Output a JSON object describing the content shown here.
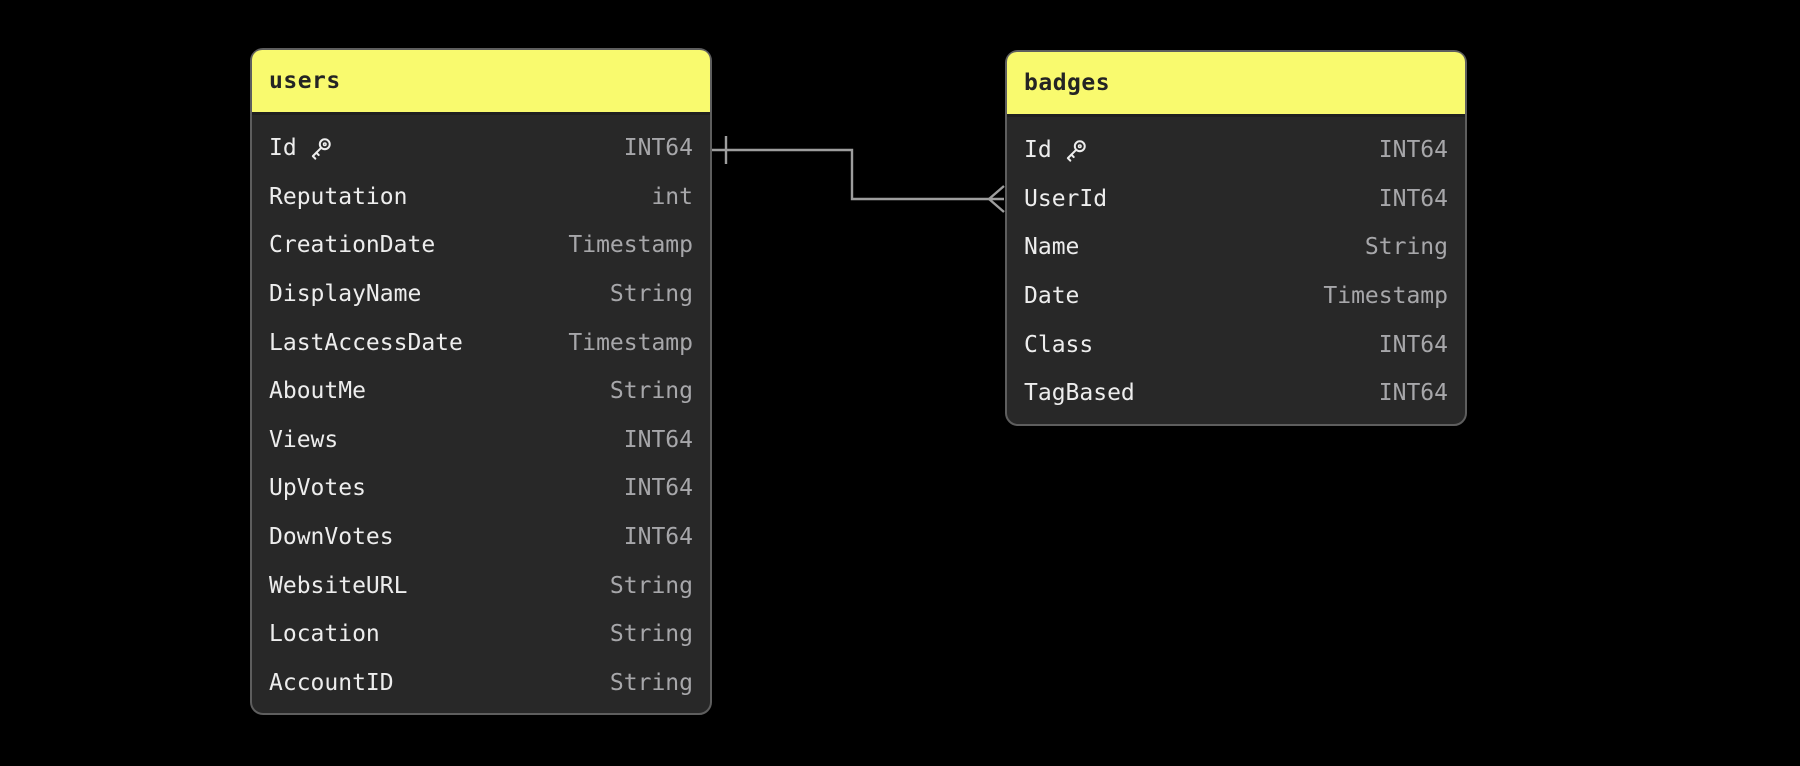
{
  "diagram": {
    "kind": "entity-relationship",
    "colors": {
      "canvas_bg": "#000000",
      "header_bg": "#f9fa6e",
      "header_text": "#242424",
      "card_bg": "#282828",
      "card_border": "#5e5e5e",
      "field_name": "#ededed",
      "field_type": "#a7a7aa",
      "edge_line": "#9d9d9d"
    },
    "icons": {
      "primary_key": "key-icon"
    }
  },
  "tables": [
    {
      "title": "users",
      "columns": [
        {
          "name": "Id",
          "type": "INT64",
          "primary_key": true
        },
        {
          "name": "Reputation",
          "type": "int",
          "primary_key": false
        },
        {
          "name": "CreationDate",
          "type": "Timestamp",
          "primary_key": false
        },
        {
          "name": "DisplayName",
          "type": "String",
          "primary_key": false
        },
        {
          "name": "LastAccessDate",
          "type": "Timestamp",
          "primary_key": false
        },
        {
          "name": "AboutMe",
          "type": "String",
          "primary_key": false
        },
        {
          "name": "Views",
          "type": "INT64",
          "primary_key": false
        },
        {
          "name": "UpVotes",
          "type": "INT64",
          "primary_key": false
        },
        {
          "name": "DownVotes",
          "type": "INT64",
          "primary_key": false
        },
        {
          "name": "WebsiteURL",
          "type": "String",
          "primary_key": false
        },
        {
          "name": "Location",
          "type": "String",
          "primary_key": false
        },
        {
          "name": "AccountID",
          "type": "String",
          "primary_key": false
        }
      ]
    },
    {
      "title": "badges",
      "columns": [
        {
          "name": "Id",
          "type": "INT64",
          "primary_key": true
        },
        {
          "name": "UserId",
          "type": "INT64",
          "primary_key": false
        },
        {
          "name": "Name",
          "type": "String",
          "primary_key": false
        },
        {
          "name": "Date",
          "type": "Timestamp",
          "primary_key": false
        },
        {
          "name": "Class",
          "type": "INT64",
          "primary_key": false
        },
        {
          "name": "TagBased",
          "type": "INT64",
          "primary_key": false
        }
      ]
    }
  ],
  "relationships": [
    {
      "from_table": "users",
      "from_column": "Id",
      "from_cardinality": "one",
      "to_table": "badges",
      "to_column": "UserId",
      "to_cardinality": "many"
    }
  ]
}
